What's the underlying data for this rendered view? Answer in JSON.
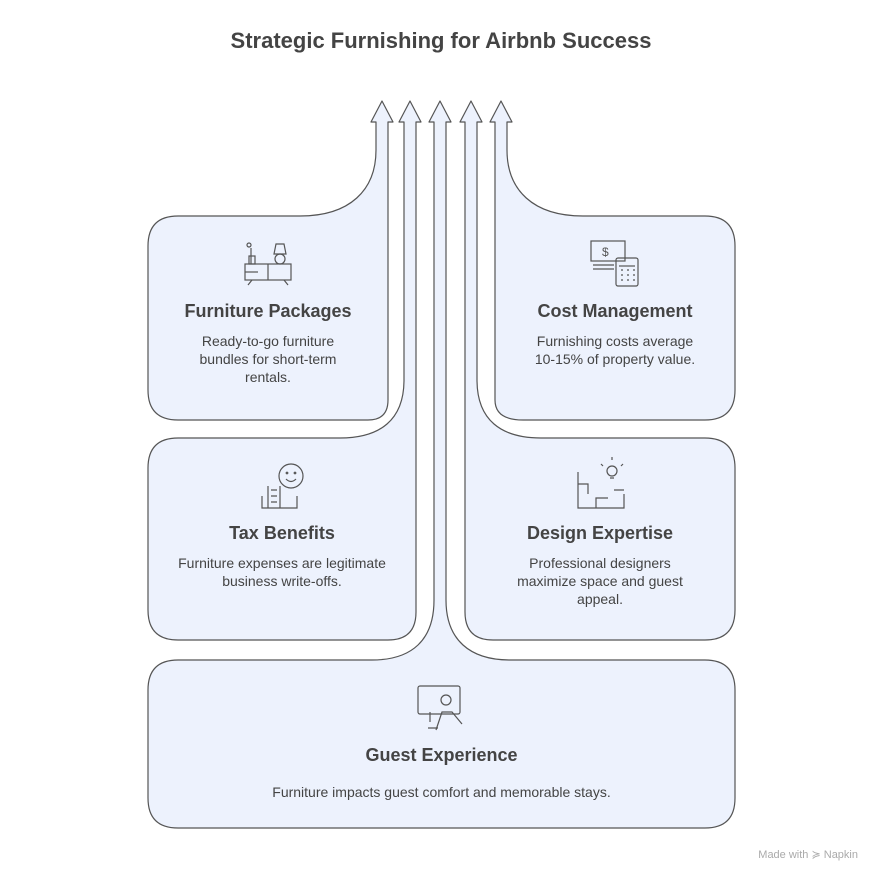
{
  "title": "Strategic Furnishing for Airbnb Success",
  "cards": [
    {
      "title": "Furniture Packages",
      "desc": "Ready-to-go furniture bundles for short-term rentals.",
      "icon": "furniture-icon"
    },
    {
      "title": "Cost Management",
      "desc": "Furnishing costs average 10-15% of property value.",
      "icon": "money-calculator-icon"
    },
    {
      "title": "Tax Benefits",
      "desc": "Furniture expenses are legitimate business write-offs.",
      "icon": "tax-document-smile-icon"
    },
    {
      "title": "Design Expertise",
      "desc": "Professional designers maximize space and guest appeal.",
      "icon": "floorplan-lightbulb-icon"
    },
    {
      "title": "Guest Experience",
      "desc": "Furniture impacts guest comfort and memorable stays.",
      "icon": "guest-relaxing-icon"
    }
  ],
  "footer": "Made with ≽ Napkin",
  "colors": {
    "fill": "#edf2fd",
    "stroke": "#555555",
    "text": "#444444"
  }
}
